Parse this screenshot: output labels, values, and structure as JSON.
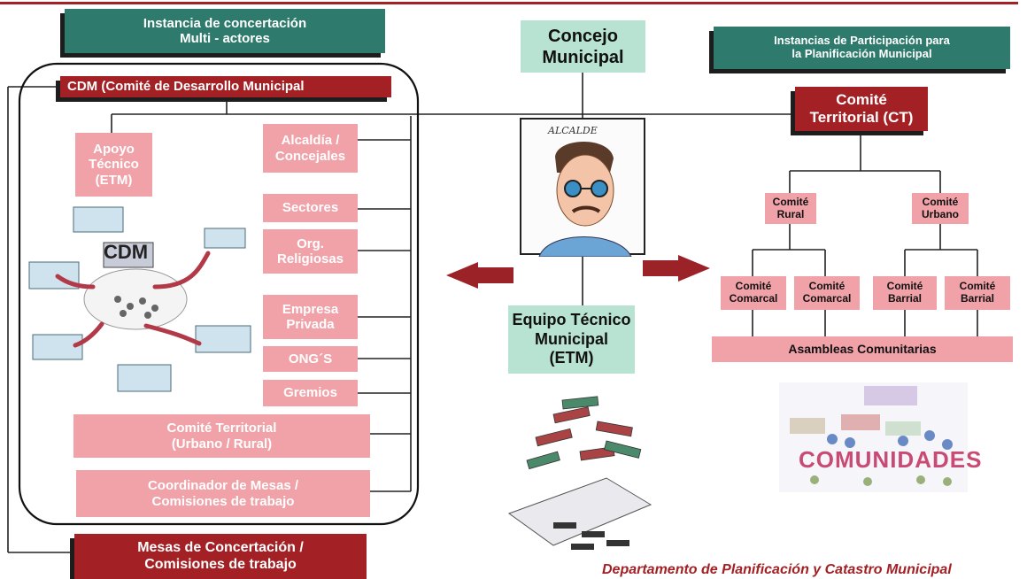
{
  "multi_actor": {
    "title": "Instancia de concertación\nMulti - actores"
  },
  "participation": {
    "title": "Instancias de Participación para\nla Planificación Municipal"
  },
  "concejo": {
    "label": "Concejo\nMunicipal"
  },
  "cdm": {
    "title": "CDM (Comité de Desarrollo Municipal",
    "apoyo": "Apoyo\nTécnico\n(ETM)",
    "members": [
      "Alcaldía /\nConcejales",
      "Sectores",
      "Org.\nReligiosas",
      "Empresa\nPrivada",
      "ONG´S",
      "Gremios"
    ],
    "comite_territorial": "Comité Territorial\n(Urbano / Rural)",
    "coordinador": "Coordinador de Mesas /\nComisiones de trabajo",
    "illustration_label": "CDM"
  },
  "alcalde": {
    "caption": "ALCALDE"
  },
  "etm": {
    "label": "Equipo Técnico\nMunicipal\n(ETM)"
  },
  "ct": {
    "title": "Comité\nTerritorial (CT)",
    "rural": "Comité\nRural",
    "urbano": "Comité\nUrbano",
    "comarcal_1": "Comité\nComarcal",
    "comarcal_2": "Comité\nComarcal",
    "barrial_1": "Comité\nBarrial",
    "barrial_2": "Comité\nBarrial",
    "asambleas": "Asambleas Comunitarias"
  },
  "communities": {
    "label": "COMUNIDADES"
  },
  "mesas": {
    "label": "Mesas de Concertación /\nComisiones de trabajo"
  },
  "footer": {
    "credit": "Departamento de Planificación y Catastro Municipal"
  },
  "colors": {
    "teal": "#2e7b6d",
    "maroon": "#a32025",
    "mint": "#b8e3d3",
    "pink": "#f0a2a8",
    "arrow": "#9b2226"
  }
}
